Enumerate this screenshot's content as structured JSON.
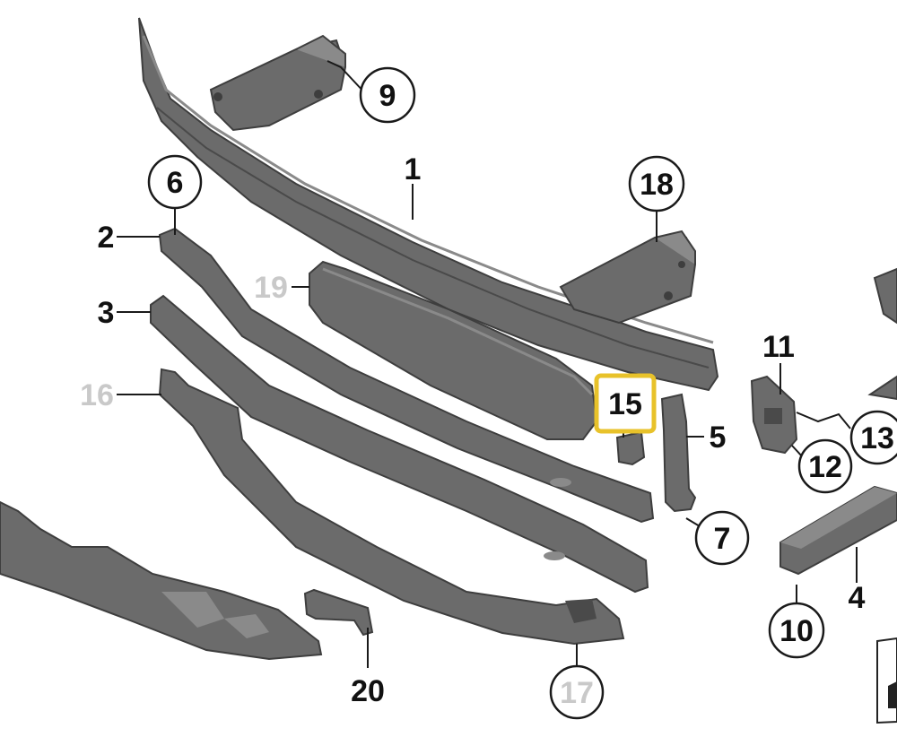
{
  "diagram": {
    "colors": {
      "part_fill": "#6b6b6b",
      "part_dark": "#3e3e3e",
      "part_light": "#8a8a8a",
      "line": "#1a1a1a",
      "faded_label": "#c9c9c9",
      "highlight": "#e8c22a"
    },
    "callouts": {
      "c1": "1",
      "c2": "2",
      "c3": "3",
      "c4": "4",
      "c5": "5",
      "c6": "6",
      "c7": "7",
      "c9": "9",
      "c10": "10",
      "c11": "11",
      "c12": "12",
      "c13": "13",
      "c15": "15",
      "c16": "16",
      "c17": "17",
      "c18": "18",
      "c19": "19",
      "c20": "20"
    }
  }
}
